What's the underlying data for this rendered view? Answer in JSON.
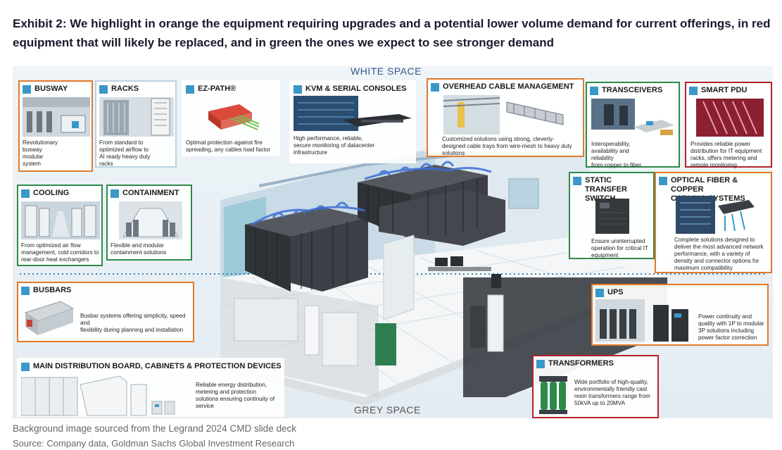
{
  "title": "Exhibit 2: We highlight in orange the equipment requiring upgrades and a potential lower volume demand for current offerings, in red equipment that will likely be replaced, and in green the ones we expect to see stronger demand",
  "white_space_label": "WHITE SPACE",
  "grey_space_label": "GREY SPACE",
  "colors": {
    "orange": "#e07a2c",
    "red": "#b3232c",
    "green": "#2f8a4a",
    "marker": "#3a98c8"
  },
  "boxes": {
    "busway": {
      "title": "BUSWAY",
      "desc": [
        "Revolutionary",
        "busway",
        "modular",
        "system"
      ]
    },
    "racks": {
      "title": "RACKS",
      "desc": [
        "From standard to",
        "optimized airflow to",
        "AI ready heavy duty",
        "racks"
      ]
    },
    "ezpath": {
      "title": "EZ-PATH®",
      "desc": [
        "Optimal protection against fire",
        "spreading, any cables load factor"
      ]
    },
    "kvm": {
      "title": "KVM & SERIAL CONSOLES",
      "desc": [
        "High performance, reliable,",
        "secure monitoring of datacenter",
        "infrastructure"
      ]
    },
    "overhead": {
      "title": "OVERHEAD CABLE MANAGEMENT",
      "desc": [
        "Customized solutions using strong, cleverly-",
        "designed cable trays from wire-mesh to heavy duty",
        "solutions"
      ]
    },
    "transceivers": {
      "title": "TRANSCEIVERS",
      "desc": [
        "Interoperability,",
        "availability and",
        "reliability",
        "from copper to fiber"
      ]
    },
    "smartpdu": {
      "title": "SMART PDU",
      "desc": [
        "Provides reliable power",
        "distribution for IT equipment",
        "racks, offers metering and",
        "remote monitoring"
      ]
    },
    "cooling": {
      "title": "COOLING",
      "desc": [
        "From optimized air flow",
        "management, cold corridors to",
        "rear-door heat exchangers"
      ]
    },
    "containment": {
      "title": "CONTAINMENT",
      "desc": [
        "Flexible and modular",
        "containment solutions"
      ]
    },
    "sts": {
      "title": "STATIC TRANSFER SWITCH",
      "title_lines": [
        "STATIC TRANSFER",
        "SWITCH"
      ],
      "desc": [
        "Ensure uninterrupted",
        "operation for critical IT",
        "equipment"
      ]
    },
    "optical": {
      "title": "OPTICAL FIBER & COPPER CABLING SYSTEMS",
      "title_lines": [
        "OPTICAL FIBER & COPPER",
        "CABLING SYSTEMS"
      ],
      "desc": [
        "Complete solutions designed to",
        "deliver the most advanced network",
        "performance, with a variety of",
        "density and connector options for",
        "maximum compatibility"
      ]
    },
    "busbars": {
      "title": "BUSBARS",
      "desc": [
        "Busbar systems offering  simplicity, speed",
        "and",
        "flexibility during planning and installation"
      ]
    },
    "ups": {
      "title": "UPS",
      "desc": [
        "Power continuity and",
        "quality with 1P to modular",
        "3P solutions including",
        "power factor correction"
      ]
    },
    "mdb": {
      "title": "MAIN DISTRIBUTION BOARD, CABINETS & PROTECTION DEVICES",
      "desc": [
        "Reliable energy distribution,",
        "metering and protection",
        "solutions ensuring continuity of",
        "service"
      ]
    },
    "transformers": {
      "title": "TRANSFORMERS",
      "desc": [
        "Wide portfolio of high-quality,",
        "environmentally friendly cast",
        "resin transformers range from",
        "50kVA up to 20MVA"
      ]
    }
  },
  "footer": {
    "background_note": "Background image sourced from the Legrand 2024 CMD slide deck",
    "source": "Source: Company data, Goldman Sachs Global Investment Research"
  }
}
